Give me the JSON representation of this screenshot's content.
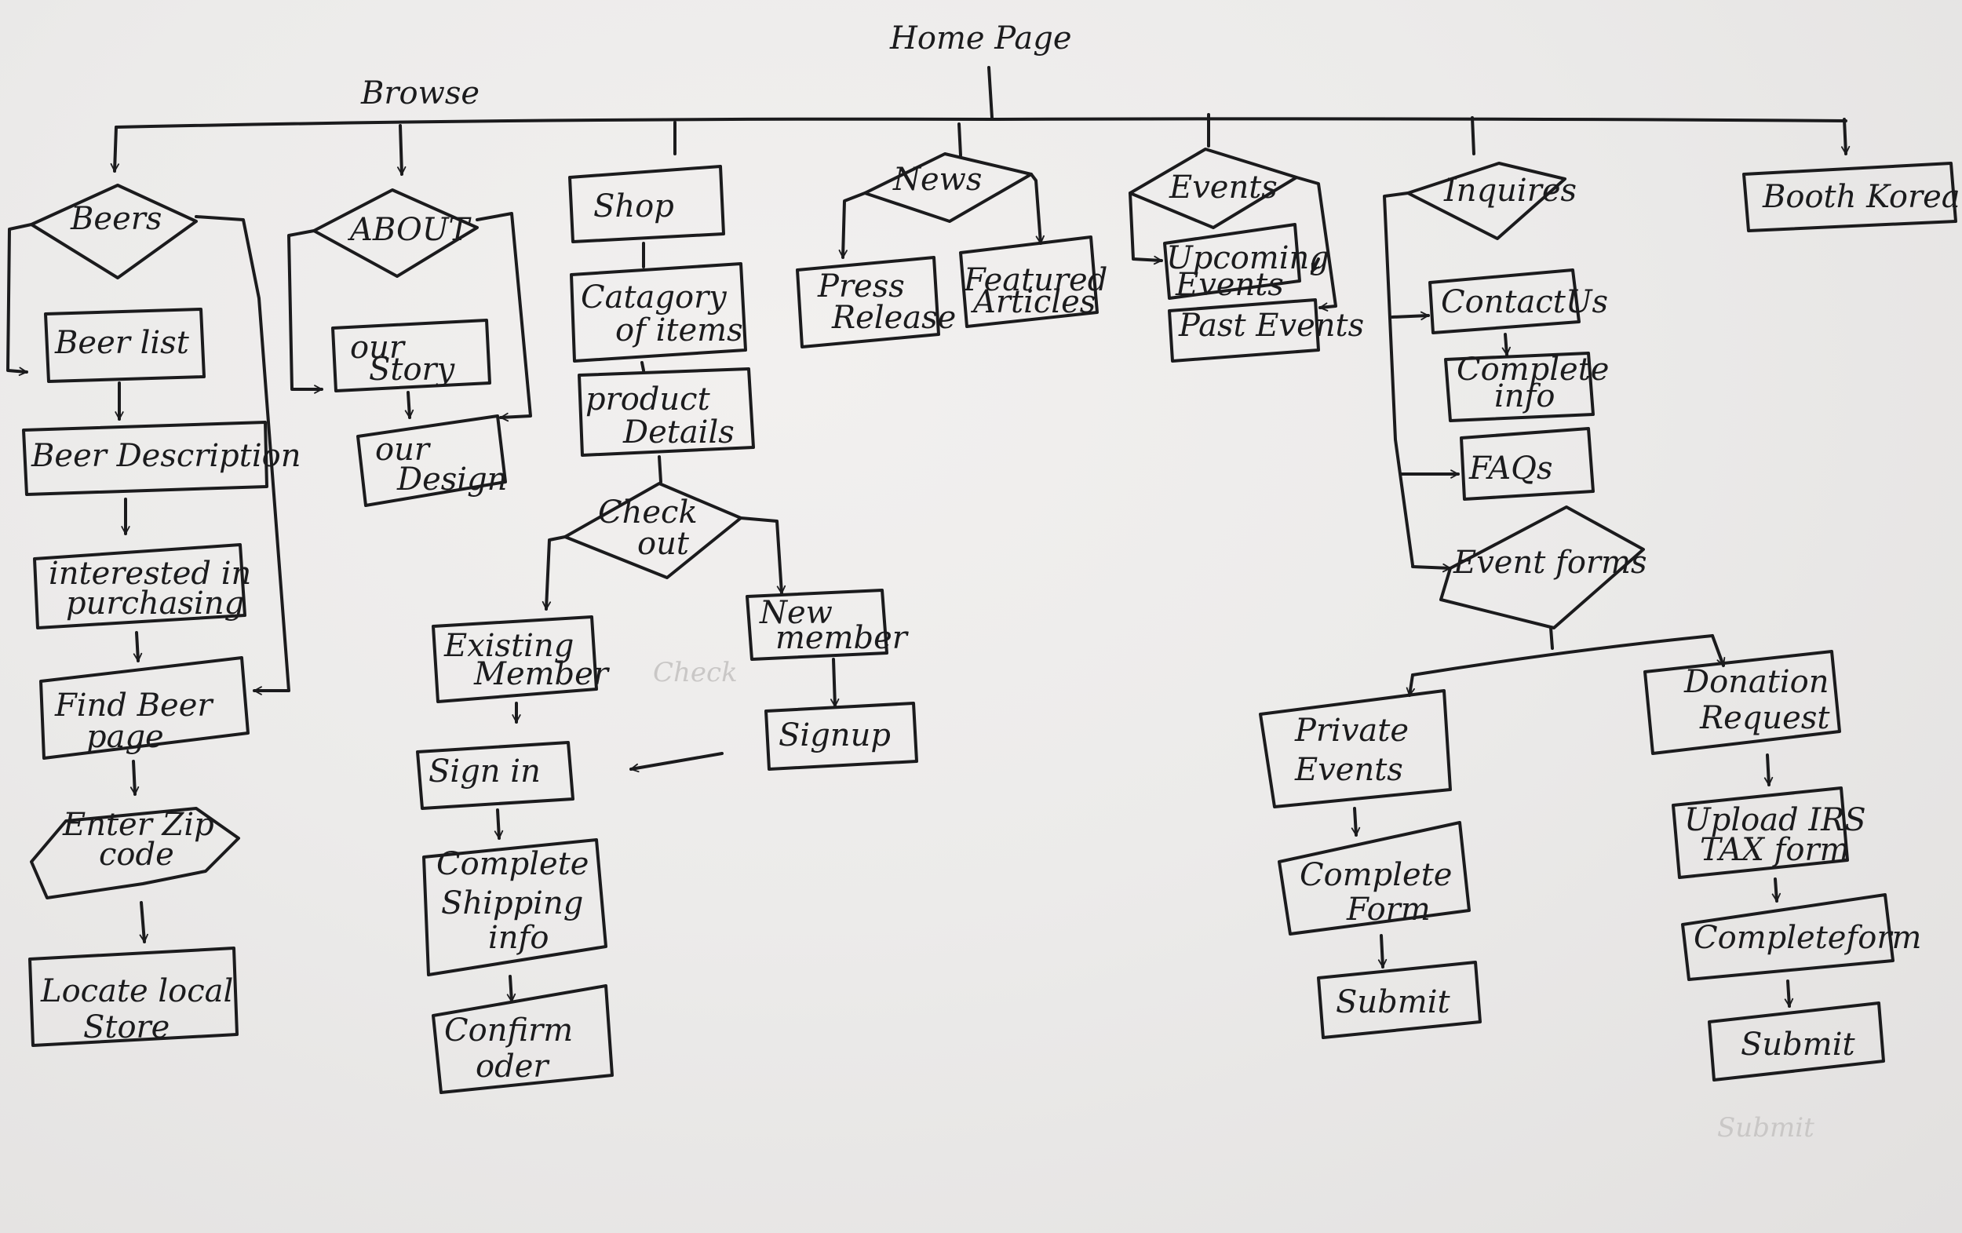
{
  "root": "Home Page",
  "browse": "Browse",
  "beers": {
    "title": "Beers",
    "beer_list": "Beer list",
    "beer_description": "Beer Description",
    "interested_1": "interested in",
    "interested_2": "purchasing",
    "find_1": "Find Beer",
    "find_2": "page",
    "zip_1": "Enter Zip",
    "zip_2": "code",
    "locate_1": "Locate local",
    "locate_2": "Store"
  },
  "about": {
    "title": "ABOUT",
    "story_1": "our",
    "story_2": "Story",
    "design_1": "our",
    "design_2": "Design"
  },
  "shop": {
    "title": "Shop",
    "category_1": "Catagory",
    "category_2": "of items",
    "product_1": "product",
    "product_2": "Details",
    "checkout_1": "Check",
    "checkout_2": "out",
    "existing_1": "Existing",
    "existing_2": "Member",
    "new_1": "New",
    "new_2": "member",
    "signup": "Signup",
    "signin": "Sign in",
    "shipping_1": "Complete",
    "shipping_2": "Shipping",
    "shipping_3": "info",
    "confirm_1": "Confirm",
    "confirm_2": "oder"
  },
  "news": {
    "title": "News",
    "press_1": "Press",
    "press_2": "Release",
    "featured_1": "Featured",
    "featured_2": "Articles"
  },
  "events": {
    "title": "Events",
    "upcoming_1": "Upcoming",
    "upcoming_2": "Events",
    "past": "Past Events"
  },
  "inquires": {
    "title": "Inquires",
    "contact": "ContactUs",
    "complete_info_1": "Complete",
    "complete_info_2": "info",
    "faqs": "FAQs",
    "event_forms": "Event forms",
    "private_1": "Private",
    "private_2": "Events",
    "private_form_1": "Complete",
    "private_form_2": "Form",
    "private_submit": "Submit",
    "donation_1": "Donation",
    "donation_2": "Request",
    "irs_1": "Upload IRS",
    "irs_2": "TAX form",
    "donation_form": "Completeform",
    "donation_submit": "Submit",
    "ghost_submit": "Submit"
  },
  "booth": "Booth Korea",
  "ghost_check": "Check"
}
